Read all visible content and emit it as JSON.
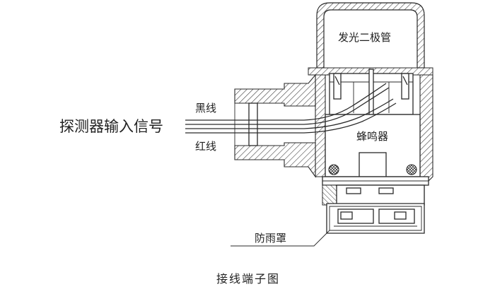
{
  "labels": {
    "led": "发光二极管",
    "detector_input": "探测器输入信号",
    "black_wire": "黑线",
    "red_wire": "红线",
    "buzzer": "蜂鸣器",
    "rain_cover": "防雨罩"
  },
  "caption": "接线端子图"
}
